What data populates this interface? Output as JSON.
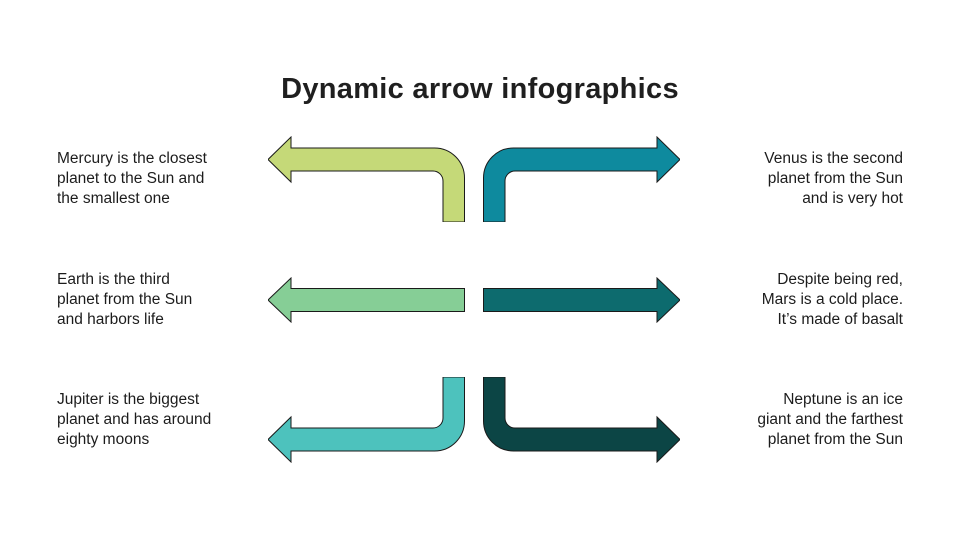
{
  "title": "Dynamic arrow infographics",
  "rows": [
    {
      "left": {
        "planet": "Mercury",
        "text": "Mercury is the closest\nplanet to the Sun and\nthe smallest one",
        "color": "#c5d978",
        "arrow_shape": "elbow-up-from-center-pointing-left"
      },
      "right": {
        "planet": "Venus",
        "text": "Venus is the second\nplanet from the Sun\nand is very hot",
        "color": "#0e8a9e",
        "arrow_shape": "elbow-up-from-center-pointing-right"
      }
    },
    {
      "left": {
        "planet": "Earth",
        "text": "Earth is the third\nplanet from the Sun\nand harbors life",
        "color": "#86ce96",
        "arrow_shape": "straight-pointing-left"
      },
      "right": {
        "planet": "Mars",
        "text": "Despite being red,\nMars is a cold place.\nIt’s made of basalt",
        "color": "#0d6b6e",
        "arrow_shape": "straight-pointing-right"
      }
    },
    {
      "left": {
        "planet": "Jupiter",
        "text": "Jupiter is the biggest\nplanet and has around\neighty moons",
        "color": "#4dc2bd",
        "arrow_shape": "elbow-down-from-center-pointing-left"
      },
      "right": {
        "planet": "Neptune",
        "text": "Neptune is an ice\ngiant and the farthest\nplanet from the Sun",
        "color": "#0c4545",
        "arrow_shape": "elbow-down-from-center-pointing-right"
      }
    }
  ],
  "style": {
    "background": "#ffffff",
    "text_color": "#1c1c1c",
    "title_color": "#1f1f1f",
    "arrow_outline": "#1a1a1a"
  }
}
